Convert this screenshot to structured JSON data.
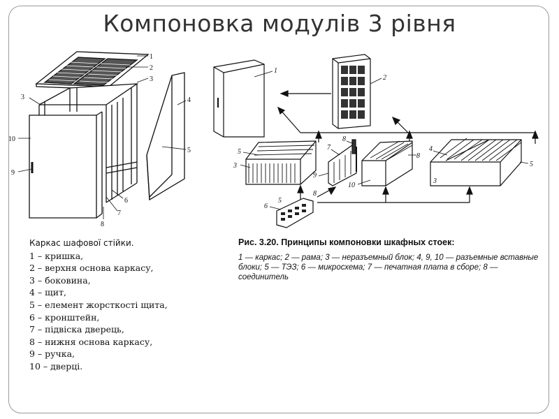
{
  "title": "Компоновка модулів 3 рівня",
  "left_legend": {
    "caption": "Каркас шафової стійки.",
    "items": [
      "1 – кришка,",
      "2 – верхня основа каркасу,",
      "3 – боковина,",
      "4 – щит,",
      "5 – елемент жорсткості щита,",
      "6 – кронштейн,",
      "7 – підвіска дверець,",
      "8 – нижня основа каркасу,",
      "9 – ручка,",
      "10 – дверці."
    ]
  },
  "left_callouts": [
    "1",
    "2",
    "3",
    "3",
    "4",
    "10",
    "5",
    "9",
    "6",
    "7",
    "8"
  ],
  "right_callouts": [
    "1",
    "2",
    "5",
    "3",
    "7",
    "8",
    "9",
    "10",
    "8",
    "4",
    "3",
    "5",
    "6",
    "5",
    "8"
  ],
  "figure": {
    "heading": "Рис. 3.20. Принципы компоновки шкафных стоек:",
    "body": "1 — каркас; 2 — рама; 3 — неразъемный блок; 4, 9, 10 — разъемные вставные блоки; 5 — ТЭЗ; 6 — микросхема; 7 — печатная плата в сборе; 8 — соединитель"
  }
}
